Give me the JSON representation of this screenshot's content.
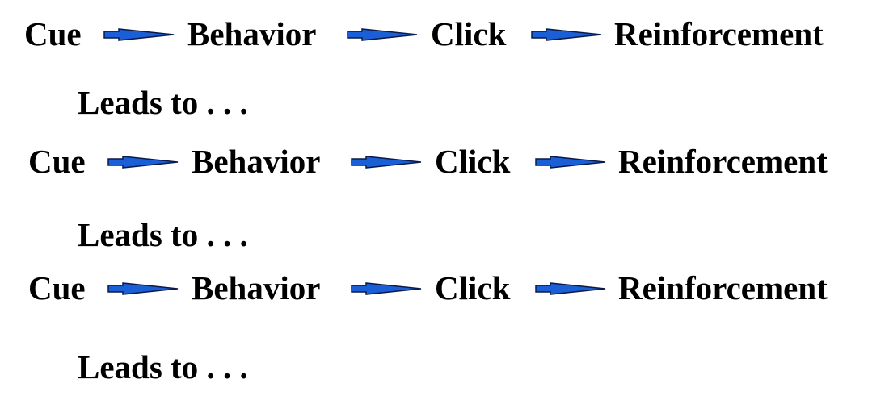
{
  "rows": [
    {
      "cue": "Cue",
      "behavior": "Behavior",
      "click": "Click",
      "reinforcement": "Reinforcement",
      "leads": "Leads to . . ."
    },
    {
      "cue": "Cue",
      "behavior": "Behavior",
      "click": "Click",
      "reinforcement": "Reinforcement",
      "leads": "Leads to . . ."
    },
    {
      "cue": "Cue",
      "behavior": "Behavior",
      "click": "Click",
      "reinforcement": "Reinforcement",
      "leads": "Leads to . . ."
    }
  ],
  "colors": {
    "arrow_fill": "#1a5fd6",
    "arrow_stroke": "#0a1a4a",
    "text": "#000000"
  },
  "icons": {
    "arrow": "right-arrow-icon"
  }
}
